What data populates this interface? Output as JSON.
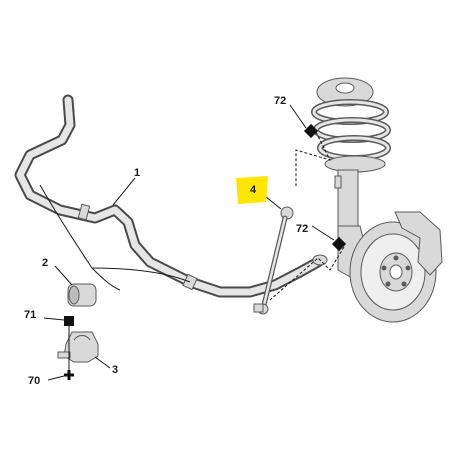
{
  "callouts": {
    "bar": "1",
    "bushing": "2",
    "clamp": "3",
    "link": "4",
    "bolt_71": "71",
    "nut_70": "70",
    "torque_upper": "72",
    "torque_lower": "72"
  },
  "colors": {
    "highlight": "#ffe600",
    "line": "#4a4a4a",
    "fill": "#d9d9d9",
    "torque_marker": "#111111"
  },
  "icons": {
    "torque_marker": "diamond-icon",
    "bolt_marker": "square-icon",
    "nut_marker": "cross-icon"
  }
}
